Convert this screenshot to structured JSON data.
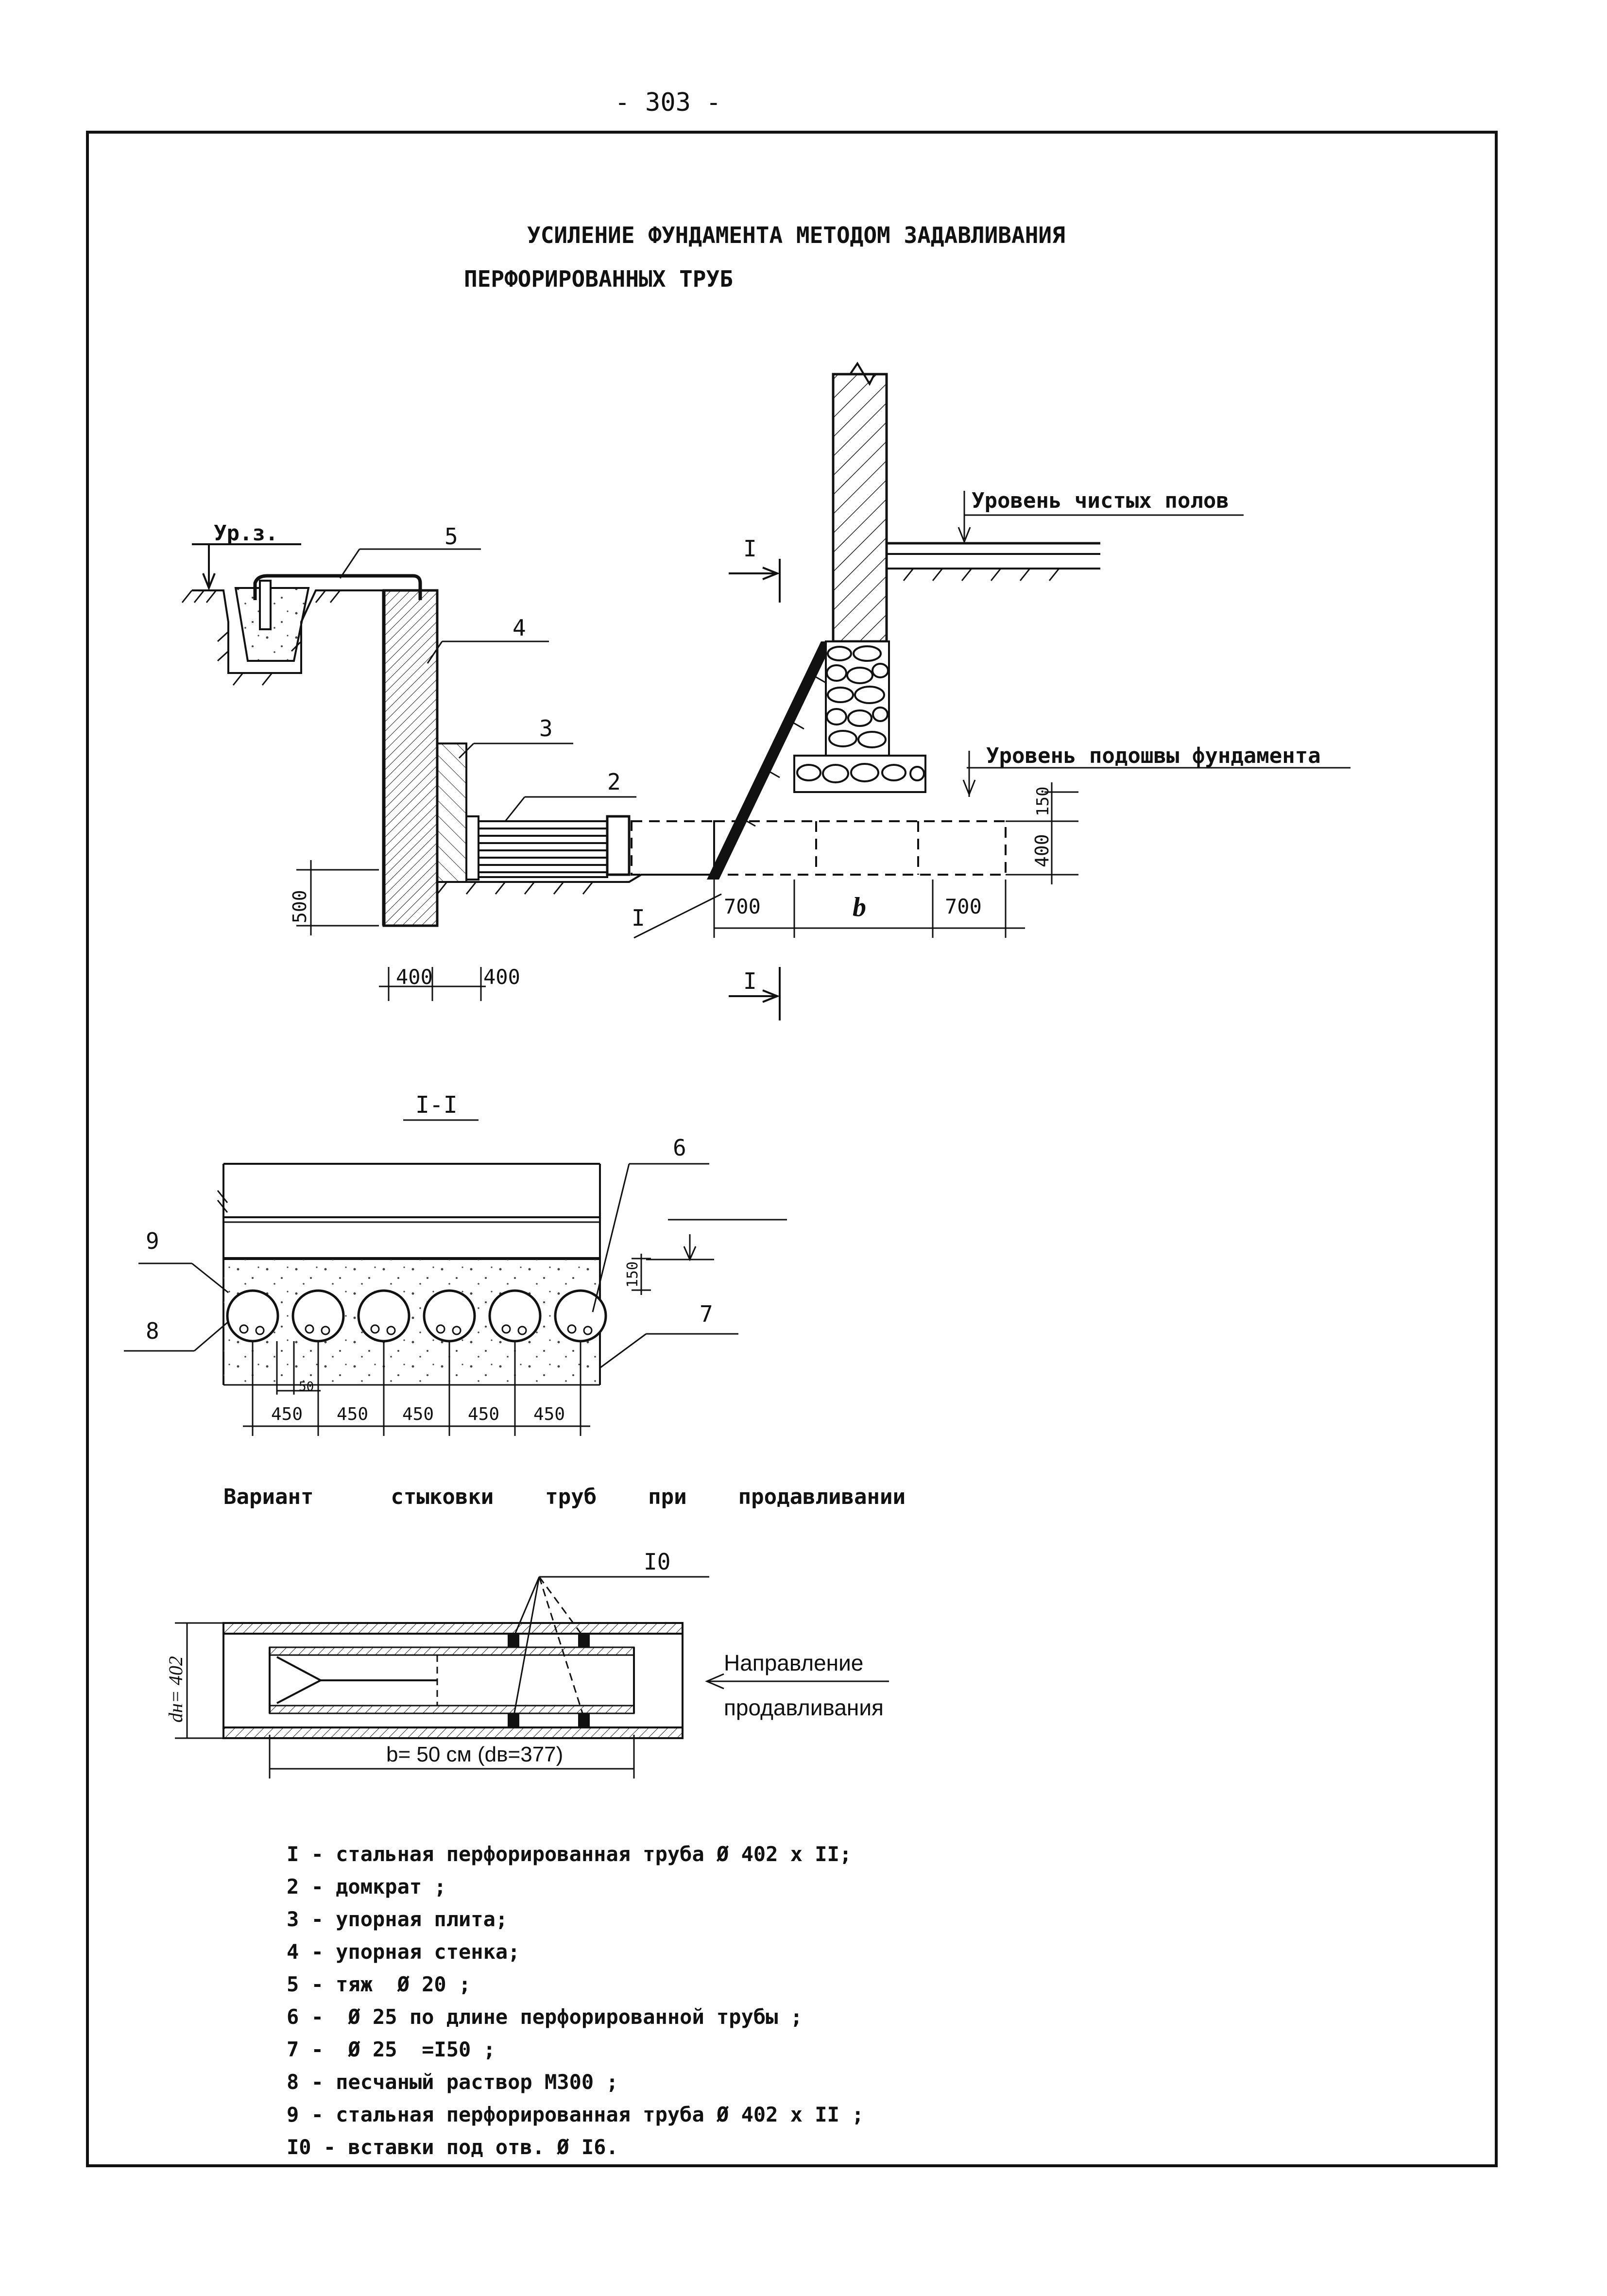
{
  "page_number": "- 303 -",
  "title": {
    "line1": "УСИЛЕНИЕ ФУНДАМЕНТА МЕТОДОМ ЗАДАВЛИВАНИЯ",
    "line2": "ПЕРФОРИРОВАННЫХ ТРУБ"
  },
  "main_drawing": {
    "ground_level": "Ур.з.",
    "floor_level": "Уровень чистых полов",
    "footing_level": "Уровень подошвы фундамента",
    "section_mark": "I",
    "callouts": [
      "5",
      "4",
      "3",
      "2",
      "I"
    ],
    "dims": {
      "h500": "500",
      "w400a": "400",
      "w400b": "400",
      "d700a": "700",
      "b": "b",
      "d700b": "700",
      "h150": "150",
      "h400": "400"
    }
  },
  "section_view": {
    "title": "I-I",
    "callouts": [
      "9",
      "8",
      "6",
      "7"
    ],
    "h150": "150",
    "d50": "50",
    "spacings": [
      "450",
      "450",
      "450",
      "450",
      "450"
    ]
  },
  "variant": {
    "caption": "Вариант      стыковки    труб    при    продавливании",
    "callout": "I0",
    "direction_line1": "Направление",
    "direction_line2": "продавливания",
    "dn_label": "dн= 402",
    "length_label": "b= 50 см (dв=377)"
  },
  "legend": [
    "I - стальная перфорированная труба Ø 402 x II;",
    "2 - домкрат ;",
    "3 - упорная плита;",
    "4 - упорная стенка;",
    "5 - тяж  Ø 20 ;",
    "6 -  Ø 25 по длине перфорированной трубы ;",
    "7 -  Ø 25  =I50 ;",
    "8 - песчаный раствор М300 ;",
    "9 - стальная перфорированная труба Ø 402 x II ;",
    "I0 - вставки под отв. Ø I6."
  ]
}
